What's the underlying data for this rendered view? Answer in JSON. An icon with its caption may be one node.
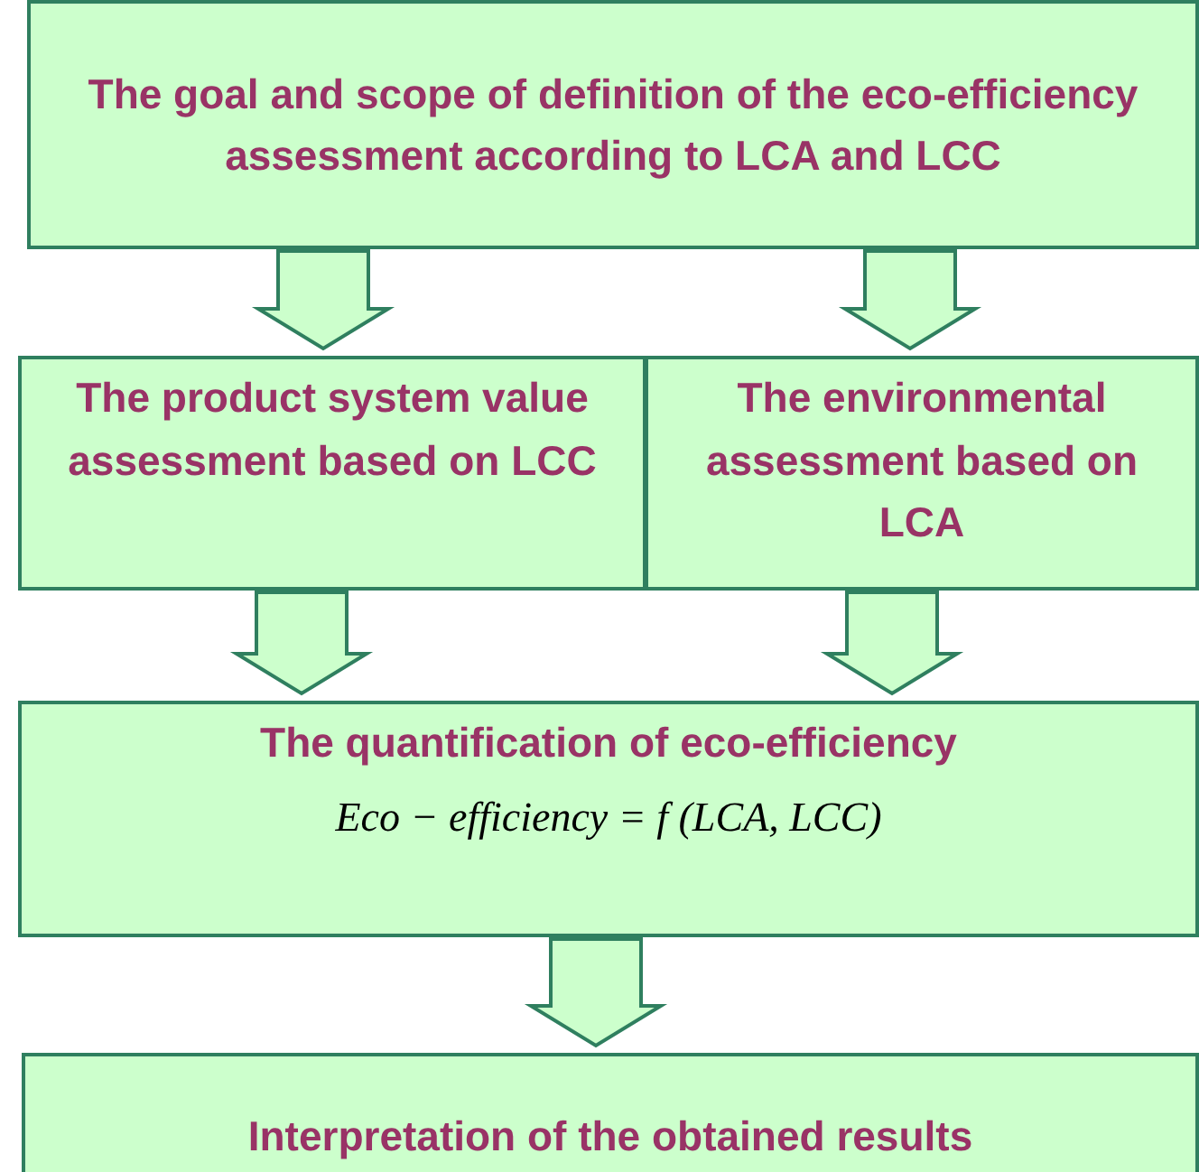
{
  "diagram": {
    "nodes": [
      {
        "text": [
          "The goal and scope of definition of the eco-efficiency assessment according to LCA and LCC"
        ]
      },
      {
        "text": [
          "The product system value assessment based on LCC"
        ]
      },
      {
        "text": [
          "The environmental assessment based on LCA"
        ]
      },
      {
        "text": [
          "The quantification of eco-efficiency",
          "Eco − efficiency = f (LCA, LCC)"
        ]
      },
      {
        "text": [
          "Interpretation of the obtained results"
        ]
      }
    ],
    "edges": [
      {
        "from": 0,
        "to": 1,
        "arrow": "to"
      },
      {
        "from": 0,
        "to": 2,
        "arrow": "to"
      },
      {
        "from": 1,
        "to": 3,
        "arrow": "to"
      },
      {
        "from": 2,
        "to": 3,
        "arrow": "to"
      },
      {
        "from": 3,
        "to": 4,
        "arrow": "to"
      }
    ]
  }
}
